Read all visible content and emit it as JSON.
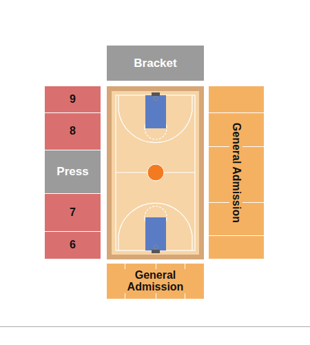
{
  "diagram": {
    "nodes": [
      {
        "text": [
          "Bracket"
        ]
      },
      {
        "text": [
          "9"
        ]
      },
      {
        "text": [
          "8"
        ]
      },
      {
        "text": [
          "Press"
        ]
      },
      {
        "text": [
          "7"
        ]
      },
      {
        "text": [
          "6"
        ]
      },
      {
        "text": [
          "General Admission"
        ]
      },
      {
        "text": [
          "General Admission"
        ]
      }
    ]
  }
}
